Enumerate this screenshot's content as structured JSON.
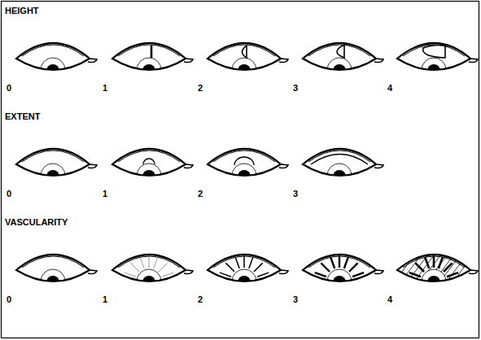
{
  "diagram": {
    "labels": [
      "HEIGHT",
      "0",
      "1",
      "2",
      "3",
      "4",
      "EXTENT",
      "0",
      "1",
      "2",
      "3",
      "VASCULARITY",
      "0",
      "1",
      "2",
      "3",
      "4"
    ]
  }
}
